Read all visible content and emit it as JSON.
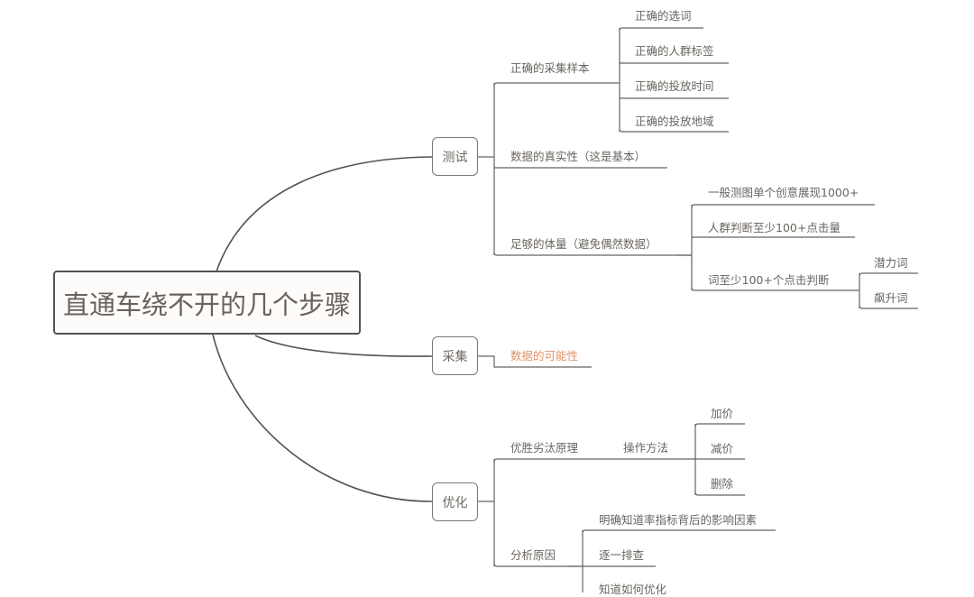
{
  "root": {
    "label": "直通车绕不开的几个步骤"
  },
  "colors": {
    "line": "#55524e",
    "text": "#6a6560",
    "highlight": "#e0926a",
    "background": "#ffffff"
  },
  "branches": [
    {
      "label": "测试",
      "children": [
        {
          "label": "正确的采集样本",
          "children": [
            {
              "label": "正确的选词"
            },
            {
              "label": "正确的人群标签"
            },
            {
              "label": "正确的投放时间"
            },
            {
              "label": "正确的投放地域"
            }
          ]
        },
        {
          "label": "数据的真实性（这是基本）"
        },
        {
          "label": "足够的体量（避免偶然数据）",
          "children": [
            {
              "label": "一般测图单个创意展现1000+"
            },
            {
              "label": "人群判断至少100+点击量"
            },
            {
              "label": "词至少100+个点击判断",
              "children": [
                {
                  "label": "潜力词"
                },
                {
                  "label": "飙升词"
                }
              ]
            }
          ]
        }
      ]
    },
    {
      "label": "采集",
      "children": [
        {
          "label": "数据的可能性",
          "highlighted": true
        }
      ]
    },
    {
      "label": "优化",
      "children": [
        {
          "label": "优胜劣汰原理",
          "children": [
            {
              "label": "操作方法",
              "children": [
                {
                  "label": "加价"
                },
                {
                  "label": "减价"
                },
                {
                  "label": "删除"
                }
              ]
            }
          ]
        },
        {
          "label": "分析原因",
          "children": [
            {
              "label": "明确知道率指标背后的影响因素"
            },
            {
              "label": "逐一排查"
            },
            {
              "label": "知道如何优化"
            }
          ]
        }
      ]
    }
  ]
}
